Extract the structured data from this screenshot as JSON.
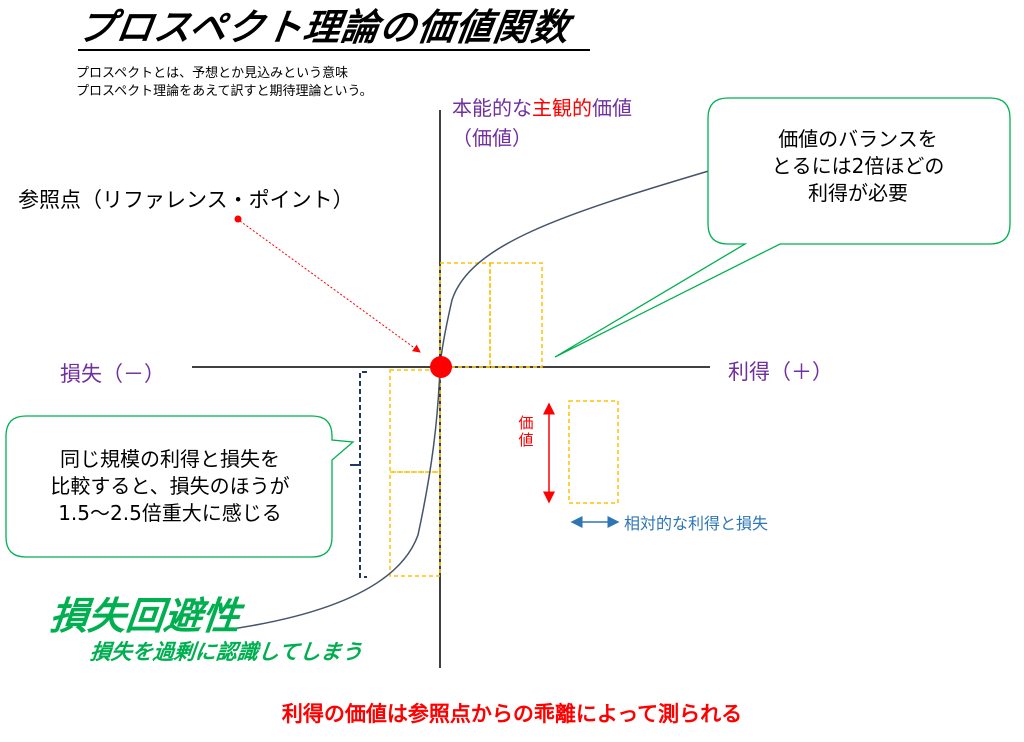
{
  "title": "プロスペクト理論の価値関数",
  "description": [
    "プロスペクトとは、予想とか見込みという意味",
    "プロスペクト理論をあえて訳すと期待理論という。"
  ],
  "y_axis": {
    "label_prefix": "本能的な",
    "label_emphasis": "主観的",
    "label_suffix": "価値",
    "label_sub": "（価値）"
  },
  "x_axis": {
    "gain_label": "利得（＋）",
    "loss_label": "損失（－）"
  },
  "reference_point": {
    "label": "参照点（リファレンス・ポイント）"
  },
  "callouts": {
    "right": [
      "価値のバランスを",
      "とるには2倍ほどの",
      "利得が必要"
    ],
    "left": [
      "同じ規模の利得と損失を",
      "比較すると、損失のほうが",
      "1.5～2.5倍重大に感じる"
    ]
  },
  "legend": {
    "value_label": "価値",
    "relative_label": "相対的な利得と損失"
  },
  "loss_aversion": {
    "title": "損失回避性",
    "subtitle": "損失を過剰に認識してしまう"
  },
  "bottom_note": "利得の価値は参照点からの乖離によって測られる",
  "colors": {
    "axis_title": "#7030a0",
    "emphasis": "#ff0000",
    "curve": "#44546a",
    "box_dash": "#ffc000",
    "callout_border": "#00b050",
    "legend_blue": "#2e75b6",
    "bracket": "#1f3864"
  }
}
